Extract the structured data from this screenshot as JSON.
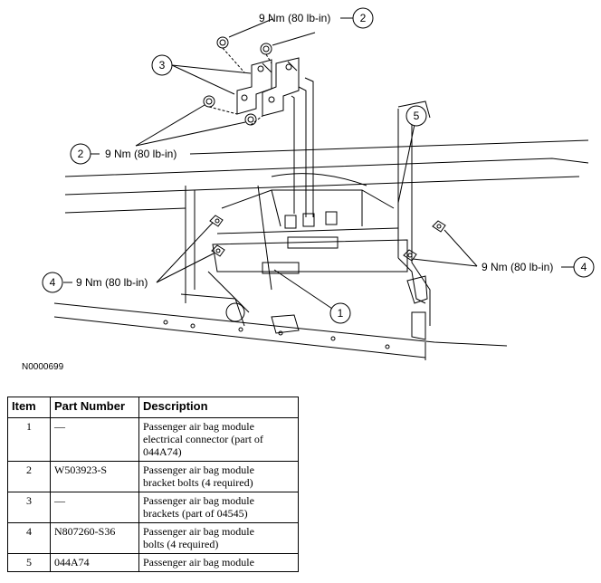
{
  "figure": {
    "id": "N0000699",
    "callouts": {
      "c1": {
        "num": "1"
      },
      "c2_top": {
        "num": "2",
        "torque": "9 Nm (80 lb-in)"
      },
      "c2_left": {
        "num": "2",
        "torque": "9 Nm (80 lb-in)"
      },
      "c3": {
        "num": "3"
      },
      "c4_left": {
        "num": "4",
        "torque": "9 Nm (80 lb-in)"
      },
      "c4_right": {
        "num": "4",
        "torque": "9 Nm (80 lb-in)"
      },
      "c5": {
        "num": "5"
      }
    }
  },
  "table": {
    "headers": {
      "item": "Item",
      "part_number": "Part Number",
      "description": "Description"
    },
    "rows": [
      {
        "item": "1",
        "part_number": "—",
        "description": [
          "Passenger air bag module",
          "electrical connector (part of",
          "044A74)"
        ]
      },
      {
        "item": "2",
        "part_number": "W503923-S",
        "description": [
          "Passenger air bag module",
          "bracket bolts (4 required)"
        ]
      },
      {
        "item": "3",
        "part_number": "—",
        "description": [
          "Passenger air bag module",
          "brackets (part of 04545)"
        ]
      },
      {
        "item": "4",
        "part_number": "N807260-S36",
        "description": [
          "Passenger air bag module",
          "bolts (4 required)"
        ]
      },
      {
        "item": "5",
        "part_number": "044A74",
        "description": [
          "Passenger air bag module"
        ]
      }
    ]
  }
}
